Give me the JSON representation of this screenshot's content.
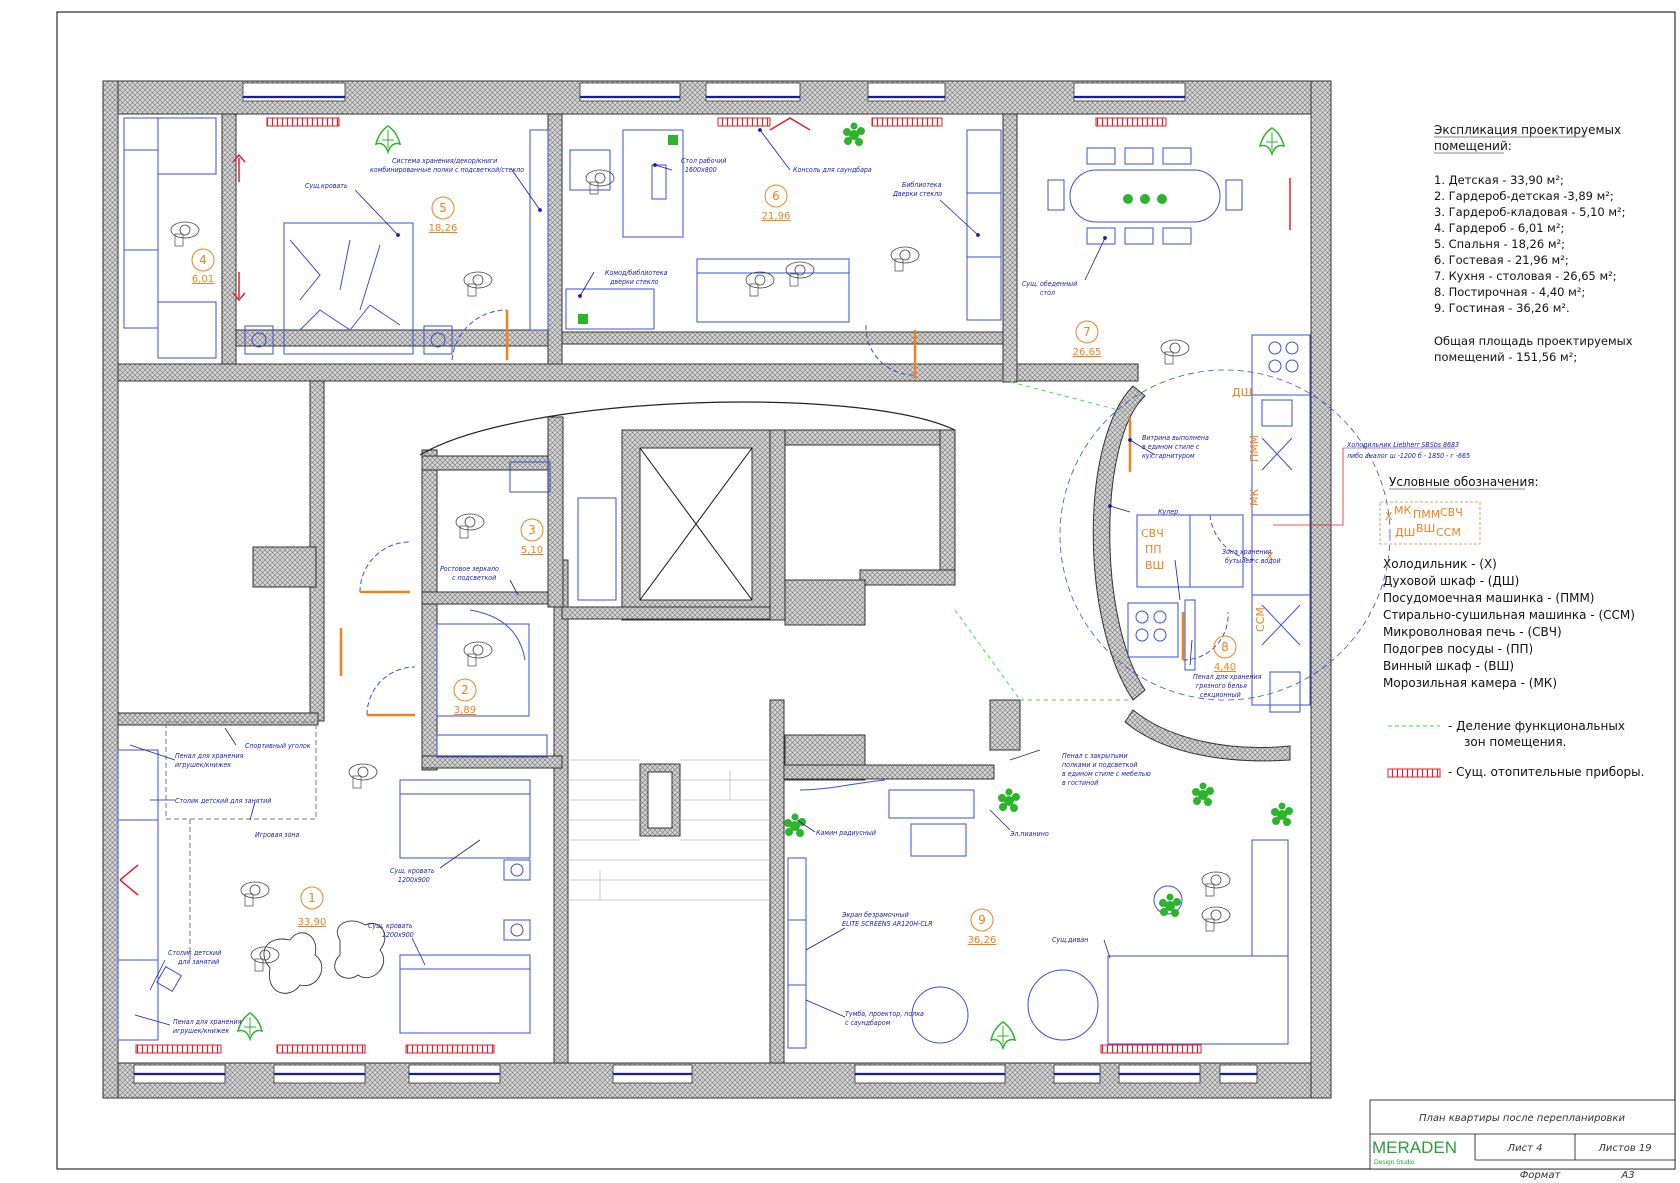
{
  "explication": {
    "title_line1": "Экспликация проектируемых",
    "title_line2": "помещений:",
    "items": [
      "1. Детская - 33,90 м²;",
      "2. Гардероб-детская -3,89 м²;",
      "3. Гардероб-кладовая - 5,10 м²;",
      "4. Гардероб - 6,01 м²;",
      "5. Спальня - 18,26 м²;",
      "6. Гостевая - 21,96 м²;",
      "7. Кухня - столовая - 26,65 м²;",
      "8. Постирочная - 4,40 м²;",
      "9. Гостиная - 36,26 м²."
    ],
    "total_line1": "Общая площадь проектируемых",
    "total_line2": "помещений - 151,56 м²;"
  },
  "legend": {
    "title": "Условные обозначения:",
    "items": [
      "Холодильник - (Х)",
      "Духовой шкаф - (ДШ)",
      "Посудомоечная машинка - (ПММ)",
      "Стирально-сушильная машинка - (ССМ)",
      "Микроволновая печь - (СВЧ)",
      "Подогрев посуды - (ПП)",
      "Винный шкаф - (ВШ)",
      "Морозильная камера - (МК)"
    ],
    "green_line_1": "- Деление функциональных",
    "green_line_2": "зон помещения.",
    "heater_label": "- Сущ. отопительные приборы.",
    "symbol_codes": [
      "Х",
      "МК",
      "ПММ",
      "СВЧ",
      "ДШ",
      "ВШ",
      "ССМ"
    ]
  },
  "fridge_note": {
    "line1": "Холодильник Liebherr SBSbs 8683",
    "line2": "либо аналог ш -1200 б - 1850 - г -665"
  },
  "rooms": [
    {
      "num": "1",
      "area": "33,90"
    },
    {
      "num": "2",
      "area": "3,89"
    },
    {
      "num": "3",
      "area": "5,10"
    },
    {
      "num": "4",
      "area": "6,01"
    },
    {
      "num": "5",
      "area": "18,26"
    },
    {
      "num": "6",
      "area": "21,96"
    },
    {
      "num": "7",
      "area": "26,65"
    },
    {
      "num": "8",
      "area": "4,40"
    },
    {
      "num": "9",
      "area": "36,26"
    }
  ],
  "notes": {
    "storage_5_line1": "Система хранения/декор/книги",
    "storage_5_line2": "комбинированные полки с подсветкой/стекло",
    "bed_5": "Сущ.кровать",
    "desk_6_line1": "Стол рабочий",
    "desk_6_line2": "1600х800",
    "console_6": "Консоль для саундбара",
    "library_6_line1": "Библиотека",
    "library_6_line2": "Дверки стекло",
    "dresser_6_line1": "Комод/библиотека",
    "dresser_6_line2": "дверки стекло",
    "dining_line1": "Сущ. обеденный",
    "dining_line2": "стол",
    "showcase_line1": "Витрина выполнена",
    "showcase_line2": "в едином стиле с",
    "showcase_line3": "кух.гарнитуром",
    "cooler": "Кулер",
    "water_line1": "Зона хранения",
    "water_line2": "бутылей с водой",
    "mirror_line1": "Ростовое зеркало",
    "mirror_line2": "с подсветкой",
    "laundry_line1": "Пенал для хранения",
    "laundry_line2": "грязного белья",
    "laundry_line3": "секционный",
    "penal9_line1": "Пенал с закрытыми",
    "penal9_line2": "полками и подсветкой",
    "penal9_line3": "в едином стиле с мебелью",
    "penal9_line4": "в гостиной",
    "fireplace": "Камин радиусный",
    "piano": "Эл.пианино",
    "screen_line1": "Экран безрамочный",
    "screen_line2": "ELITE SCREENS AR120H-CLR",
    "tv_line1": "Тумба, проектор, полка",
    "tv_line2": "с саундбаром",
    "sofa": "Сущ.диван",
    "sport": "Спортивный уголок",
    "penal1a_line1": "Пенал для хранения",
    "penal1a_line2": "игрушек/книжек",
    "desk1a": "Столик детский для занятий",
    "play": "Игровая зона",
    "bed1a_line1": "Сущ. кровать",
    "bed1a_line2": "1200х900",
    "bed1b_line1": "Сущ. кровать",
    "bed1b_line2": "1200х900",
    "desk1b_line1": "Столик детский",
    "desk1b_line2": "для занятий",
    "penal1b_line1": "Пенал для хранения",
    "penal1b_line2": "игрушек/книжек"
  },
  "equipment": {
    "dsh": "ДШ",
    "pmm": "ПММ",
    "mk": "МК",
    "x": "Х",
    "svch": "СВЧ",
    "pp": "ПП",
    "vsh": "ВШ",
    "ssm": "ССМ"
  },
  "title_block": {
    "title": "План квартиры после перепланировки",
    "logo": "MERADEN",
    "logo_sub": "Design Studio",
    "sheet": "Лист 4",
    "sheets": "Листов 19",
    "format_label": "Формат",
    "format_value": "А3"
  },
  "colors": {
    "wall_hatch": "#bbbbbb",
    "furniture": "#3a4fd8",
    "annotation": "#1a1ab0",
    "room_number": "#f0821e",
    "heater": "#e0202a",
    "zone_divider": "#66dd66",
    "plant": "#2bb52b"
  }
}
